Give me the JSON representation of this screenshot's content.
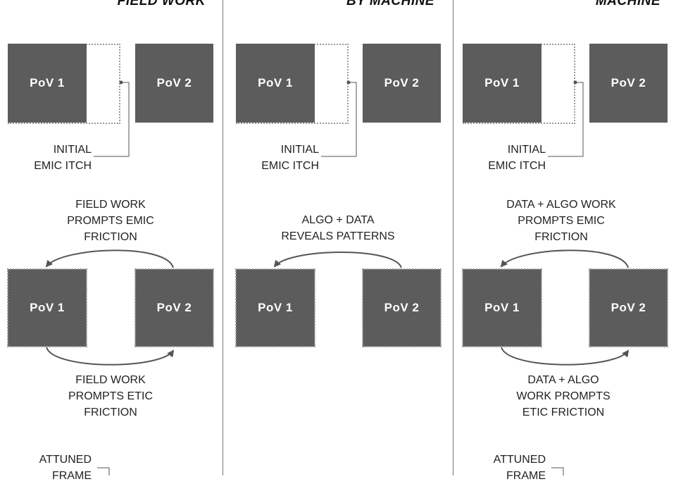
{
  "columns": [
    {
      "heading": "FIELD WORK",
      "top_box_left": "PoV 1",
      "top_box_right": "PoV 2",
      "initial_label": "INITIAL\nEMIC ITCH",
      "top_arrow_label": "FIELD WORK\nPROMPTS EMIC\nFRICTION",
      "mid_box_left": "PoV 1",
      "mid_box_right": "PoV 2",
      "bottom_arrow_label": "FIELD WORK\nPROMPTS ETIC\nFRICTION",
      "attuned_label": "ATTUNED\nFRAME"
    },
    {
      "heading": "BY MACHINE",
      "top_box_left": "PoV 1",
      "top_box_right": "PoV 2",
      "initial_label": "INITIAL\nEMIC ITCH",
      "top_arrow_label": "ALGO + DATA\nREVEALS PATTERNS",
      "mid_box_left": "PoV 1",
      "mid_box_right": "PoV 2"
    },
    {
      "heading": "MACHINE",
      "top_box_left": "PoV 1",
      "top_box_right": "PoV 2",
      "initial_label": "INITIAL\nEMIC ITCH",
      "top_arrow_label": "DATA + ALGO WORK\nPROMPTS EMIC\nFRICTION",
      "mid_box_left": "PoV 1",
      "mid_box_right": "PoV 2",
      "bottom_arrow_label": "DATA + ALGO\nWORK PROMPTS\nETIC FRICTION",
      "attuned_label": "ATTUNED\nFRAME"
    }
  ],
  "colors": {
    "box": "#5c5c5c",
    "line": "#555555",
    "dots": "#9a9a9a",
    "background": "#ffffff"
  }
}
